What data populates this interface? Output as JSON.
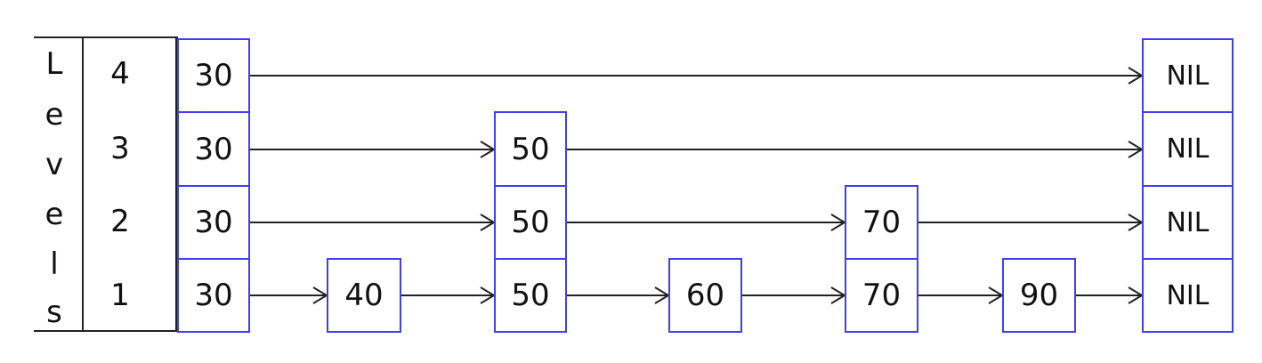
{
  "axis": {
    "label_chars": [
      "L",
      "e",
      "v",
      "e",
      "l",
      "s"
    ],
    "level_numbers": [
      "4",
      "3",
      "2",
      "1"
    ]
  },
  "nodes": {
    "head": "30",
    "n40": "40",
    "n50": "50",
    "n60": "60",
    "n70": "70",
    "n90": "90",
    "nil": "NIL"
  },
  "links": {
    "level4": [
      "head",
      "nil"
    ],
    "level3": [
      "head",
      "n50",
      "nil"
    ],
    "level2": [
      "head",
      "n50",
      "n70",
      "nil"
    ],
    "level1": [
      "head",
      "n40",
      "n50",
      "n60",
      "n70",
      "n90",
      "nil"
    ]
  },
  "colors": {
    "node_border": "#3f3ff0",
    "line": "#222222",
    "text": "#111111"
  }
}
